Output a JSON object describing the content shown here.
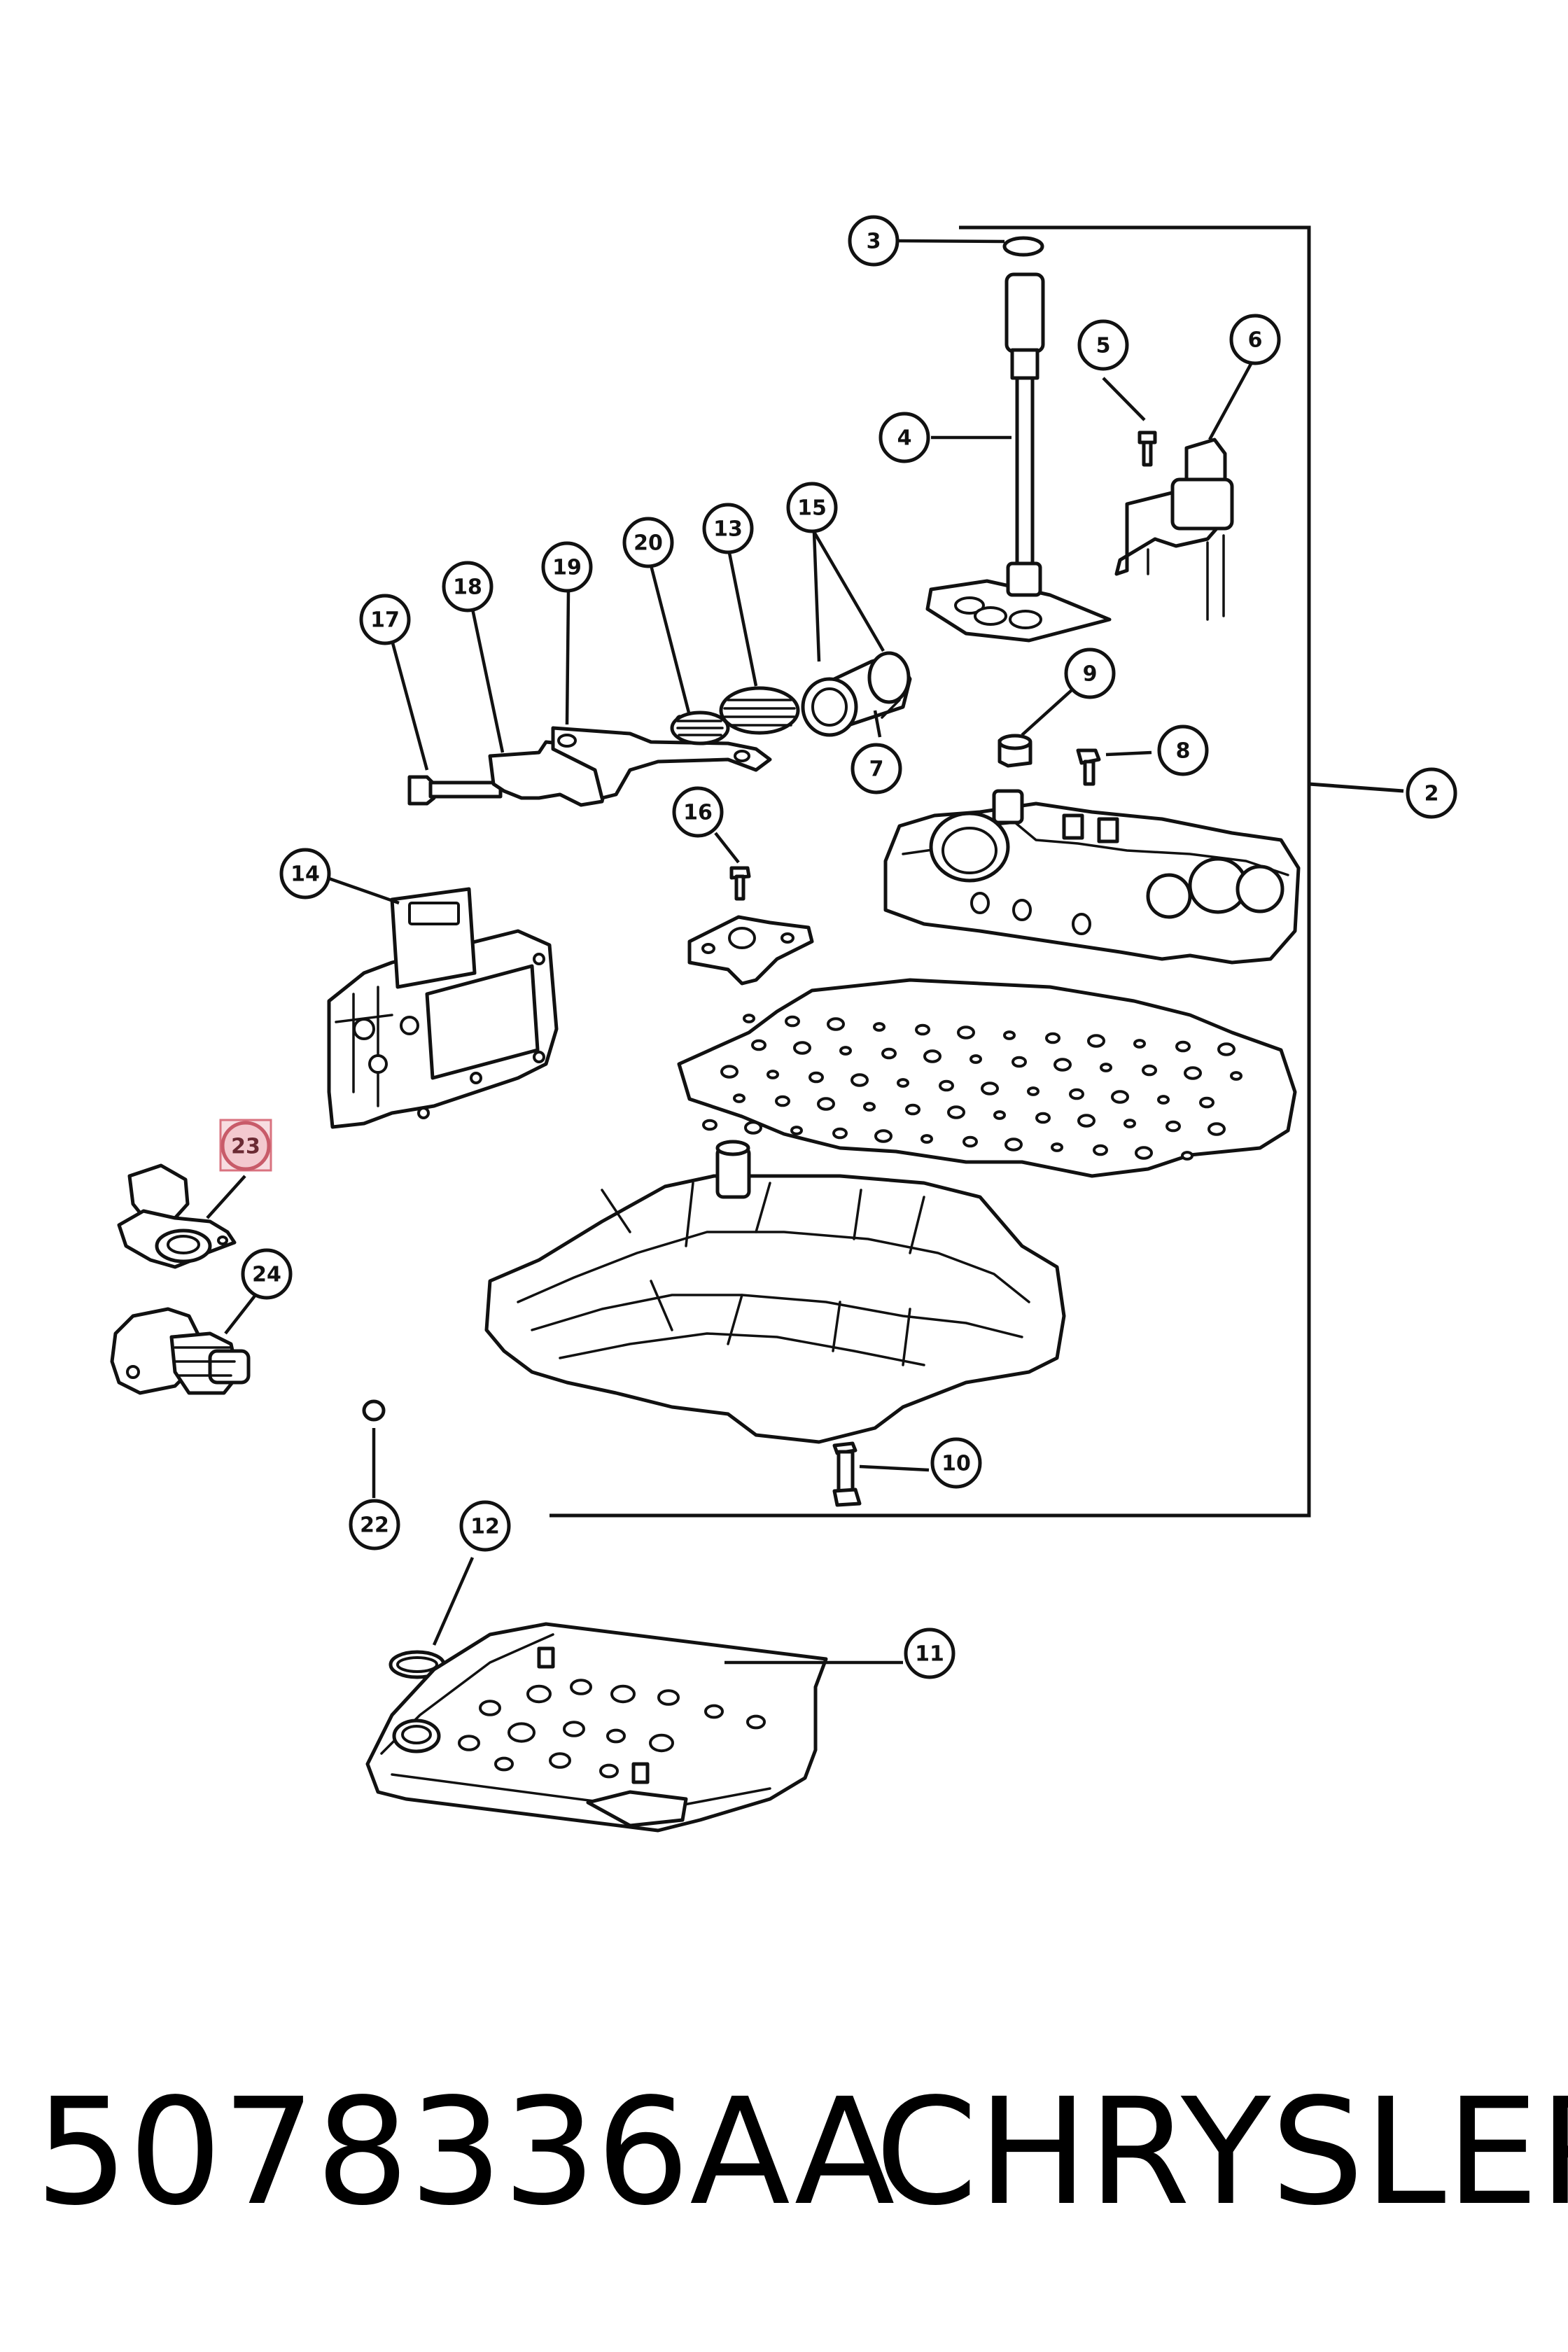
{
  "callouts": [
    {
      "id": "3",
      "label": "3"
    },
    {
      "id": "4",
      "label": "4"
    },
    {
      "id": "5",
      "label": "5"
    },
    {
      "id": "6",
      "label": "6"
    },
    {
      "id": "15",
      "label": "15"
    },
    {
      "id": "13",
      "label": "13"
    },
    {
      "id": "20",
      "label": "20"
    },
    {
      "id": "19",
      "label": "19"
    },
    {
      "id": "18",
      "label": "18"
    },
    {
      "id": "17",
      "label": "17"
    },
    {
      "id": "9",
      "label": "9"
    },
    {
      "id": "8",
      "label": "8"
    },
    {
      "id": "7",
      "label": "7"
    },
    {
      "id": "2",
      "label": "2"
    },
    {
      "id": "16",
      "label": "16"
    },
    {
      "id": "14",
      "label": "14"
    },
    {
      "id": "23",
      "label": "23",
      "highlighted": true
    },
    {
      "id": "24",
      "label": "24"
    },
    {
      "id": "10",
      "label": "10"
    },
    {
      "id": "22",
      "label": "22"
    },
    {
      "id": "12",
      "label": "12"
    },
    {
      "id": "11",
      "label": "11"
    }
  ],
  "footer": {
    "part_number": "5078336AA",
    "brand": "CHRYSLER"
  },
  "colors": {
    "line": "#111111",
    "highlight_fill": "#f7dde1",
    "highlight_stroke": "#d9727f"
  }
}
